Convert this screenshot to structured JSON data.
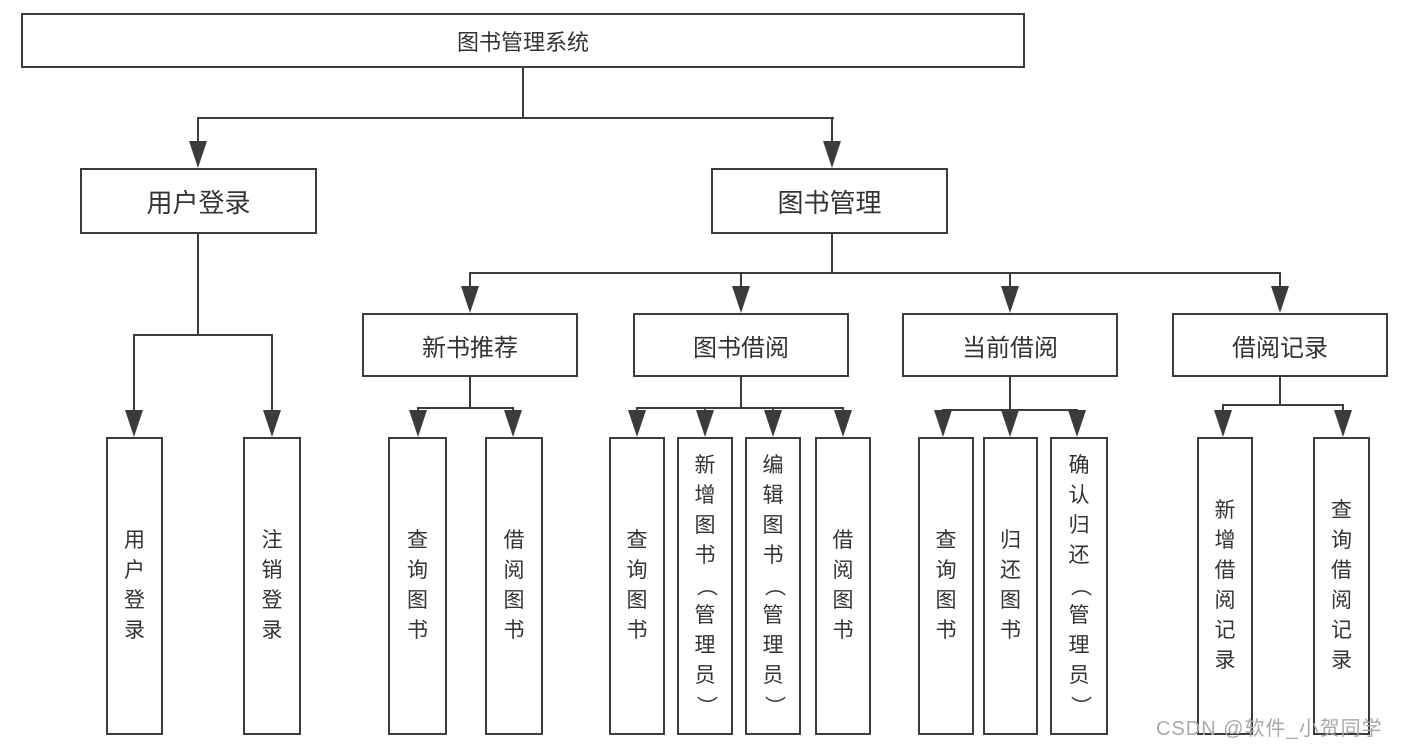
{
  "tree": {
    "root": {
      "label": "图书管理系统"
    },
    "branches": [
      {
        "label": "用户登录",
        "children": [
          {
            "label": "用户登录"
          },
          {
            "label": "注销登录"
          }
        ]
      },
      {
        "label": "图书管理",
        "children": [
          {
            "label": "新书推荐",
            "children": [
              {
                "label": "查询图书"
              },
              {
                "label": "借阅图书"
              }
            ]
          },
          {
            "label": "图书借阅",
            "children": [
              {
                "label": "查询图书"
              },
              {
                "label": "新增图书（管理员）"
              },
              {
                "label": "编辑图书（管理员）"
              },
              {
                "label": "借阅图书"
              }
            ]
          },
          {
            "label": "当前借阅",
            "children": [
              {
                "label": "查询图书"
              },
              {
                "label": "归还图书"
              },
              {
                "label": "确认归还（管理员）"
              }
            ]
          },
          {
            "label": "借阅记录",
            "children": [
              {
                "label": "新增借阅记录"
              },
              {
                "label": "查询借阅记录"
              }
            ]
          }
        ]
      }
    ]
  },
  "watermark": "CSDN @软件_小贺同学",
  "colors": {
    "line": "#3b3b3b",
    "box_border": "#3b3b3b",
    "box_fill": "#ffffff",
    "text": "#333333",
    "watermark": "#a9a9a9",
    "background": "#ffffff"
  }
}
